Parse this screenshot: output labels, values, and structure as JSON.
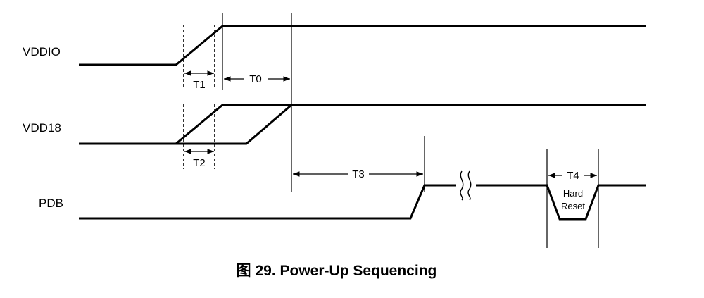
{
  "signals": {
    "vddio": "VDDIO",
    "vdd18": "VDD18",
    "pdb": "PDB"
  },
  "timings": {
    "t0": "T0",
    "t1": "T1",
    "t2": "T2",
    "t3": "T3",
    "t4": "T4"
  },
  "annotation": {
    "hard_reset_line1": "Hard",
    "hard_reset_line2": "Reset"
  },
  "caption": "图 29.  Power-Up Sequencing"
}
